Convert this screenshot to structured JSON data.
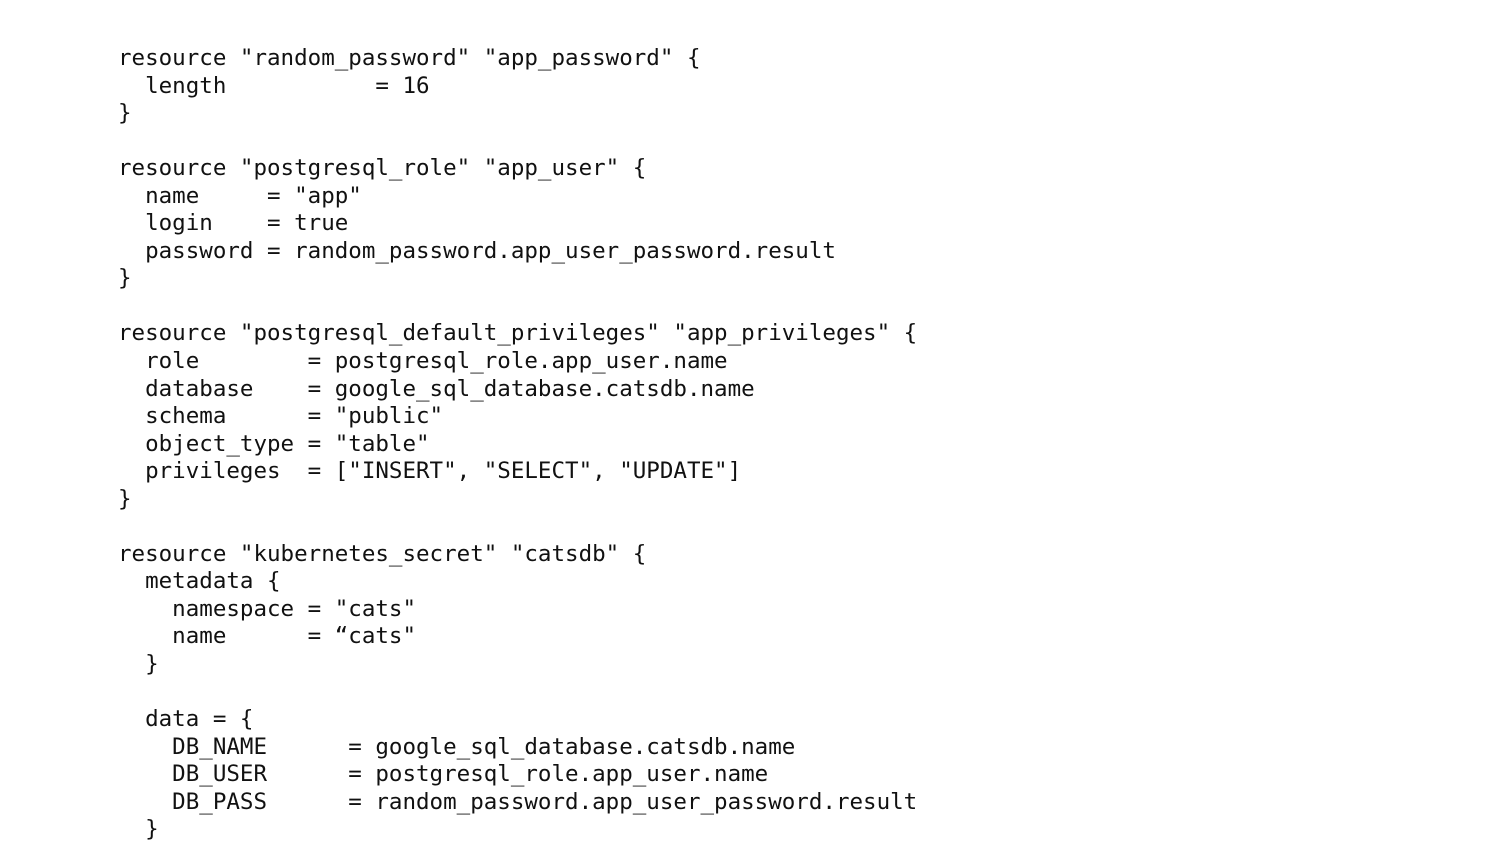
{
  "code": {
    "lines": [
      "resource \"random_password\" \"app_password\" {",
      "  length           = 16",
      "}",
      "",
      "resource \"postgresql_role\" \"app_user\" {",
      "  name     = \"app\"",
      "  login    = true",
      "  password = random_password.app_user_password.result",
      "}",
      "",
      "resource \"postgresql_default_privileges\" \"app_privileges\" {",
      "  role        = postgresql_role.app_user.name",
      "  database    = google_sql_database.catsdb.name",
      "  schema      = \"public\"",
      "  object_type = \"table\"",
      "  privileges  = [\"INSERT\", \"SELECT\", \"UPDATE\"]",
      "}",
      "",
      "resource \"kubernetes_secret\" \"catsdb\" {",
      "  metadata {",
      "    namespace = \"cats\"",
      "    name      = “cats\"",
      "  }",
      "",
      "  data = {",
      "    DB_NAME      = google_sql_database.catsdb.name",
      "    DB_USER      = postgresql_role.app_user.name",
      "    DB_PASS      = random_password.app_user_password.result",
      "  }"
    ]
  }
}
